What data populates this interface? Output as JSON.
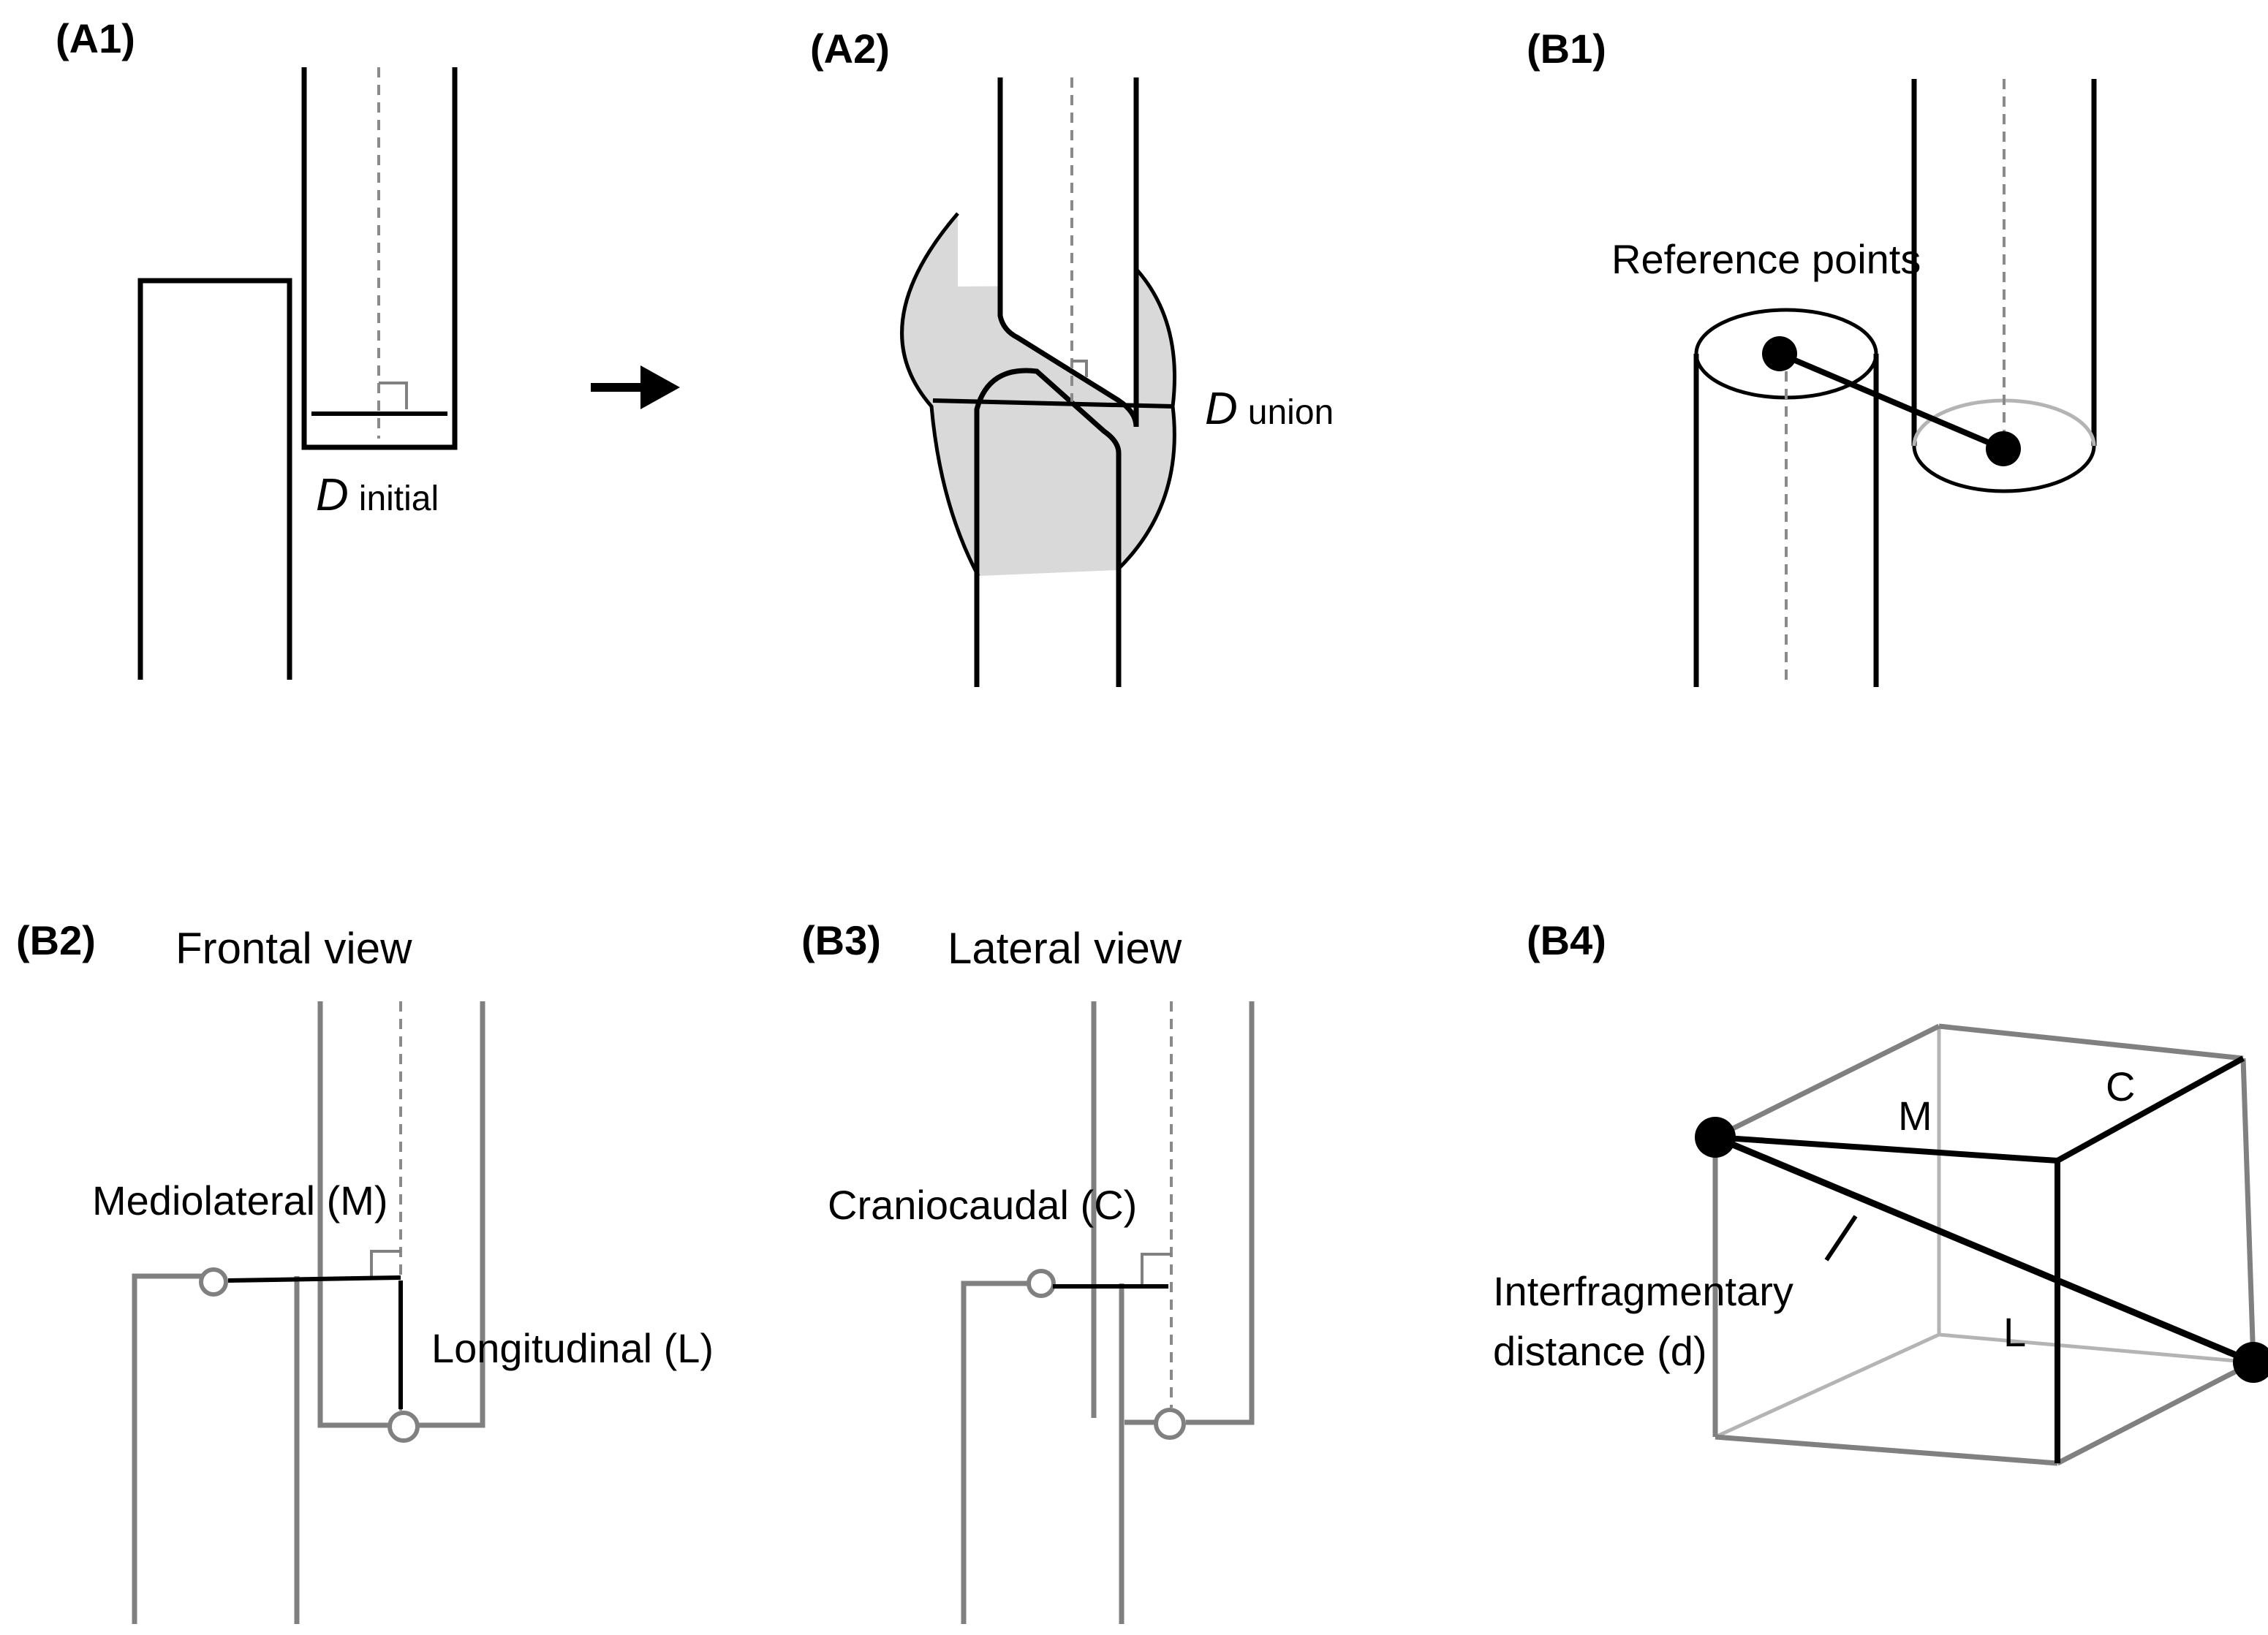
{
  "panels": {
    "a1": {
      "label": "(A1)",
      "d_symbol": "D",
      "d_sub": "initial"
    },
    "a2": {
      "label": "(A2)",
      "d_symbol": "D",
      "d_sub": "union"
    },
    "b1": {
      "label": "(B1)",
      "annotation": "Reference points"
    },
    "b2": {
      "label": "(B2)",
      "title": "Frontal view",
      "label_m": "Mediolateral (M)",
      "label_l": "Longitudinal (L)"
    },
    "b3": {
      "label": "(B3)",
      "title": "Lateral view",
      "label_c": "Craniocaudal (C)"
    },
    "b4": {
      "label": "(B4)",
      "edge_m": "M",
      "edge_c": "C",
      "edge_l": "L",
      "distance_line1": "Interfragmentary",
      "distance_line2": "distance (d)"
    }
  },
  "icons": {
    "transition": "right-arrow-icon"
  },
  "colors": {
    "line": "#000000",
    "gray_line": "#808080",
    "light_gray": "#b4b4b4",
    "callus_fill": "#d9d9d9"
  }
}
